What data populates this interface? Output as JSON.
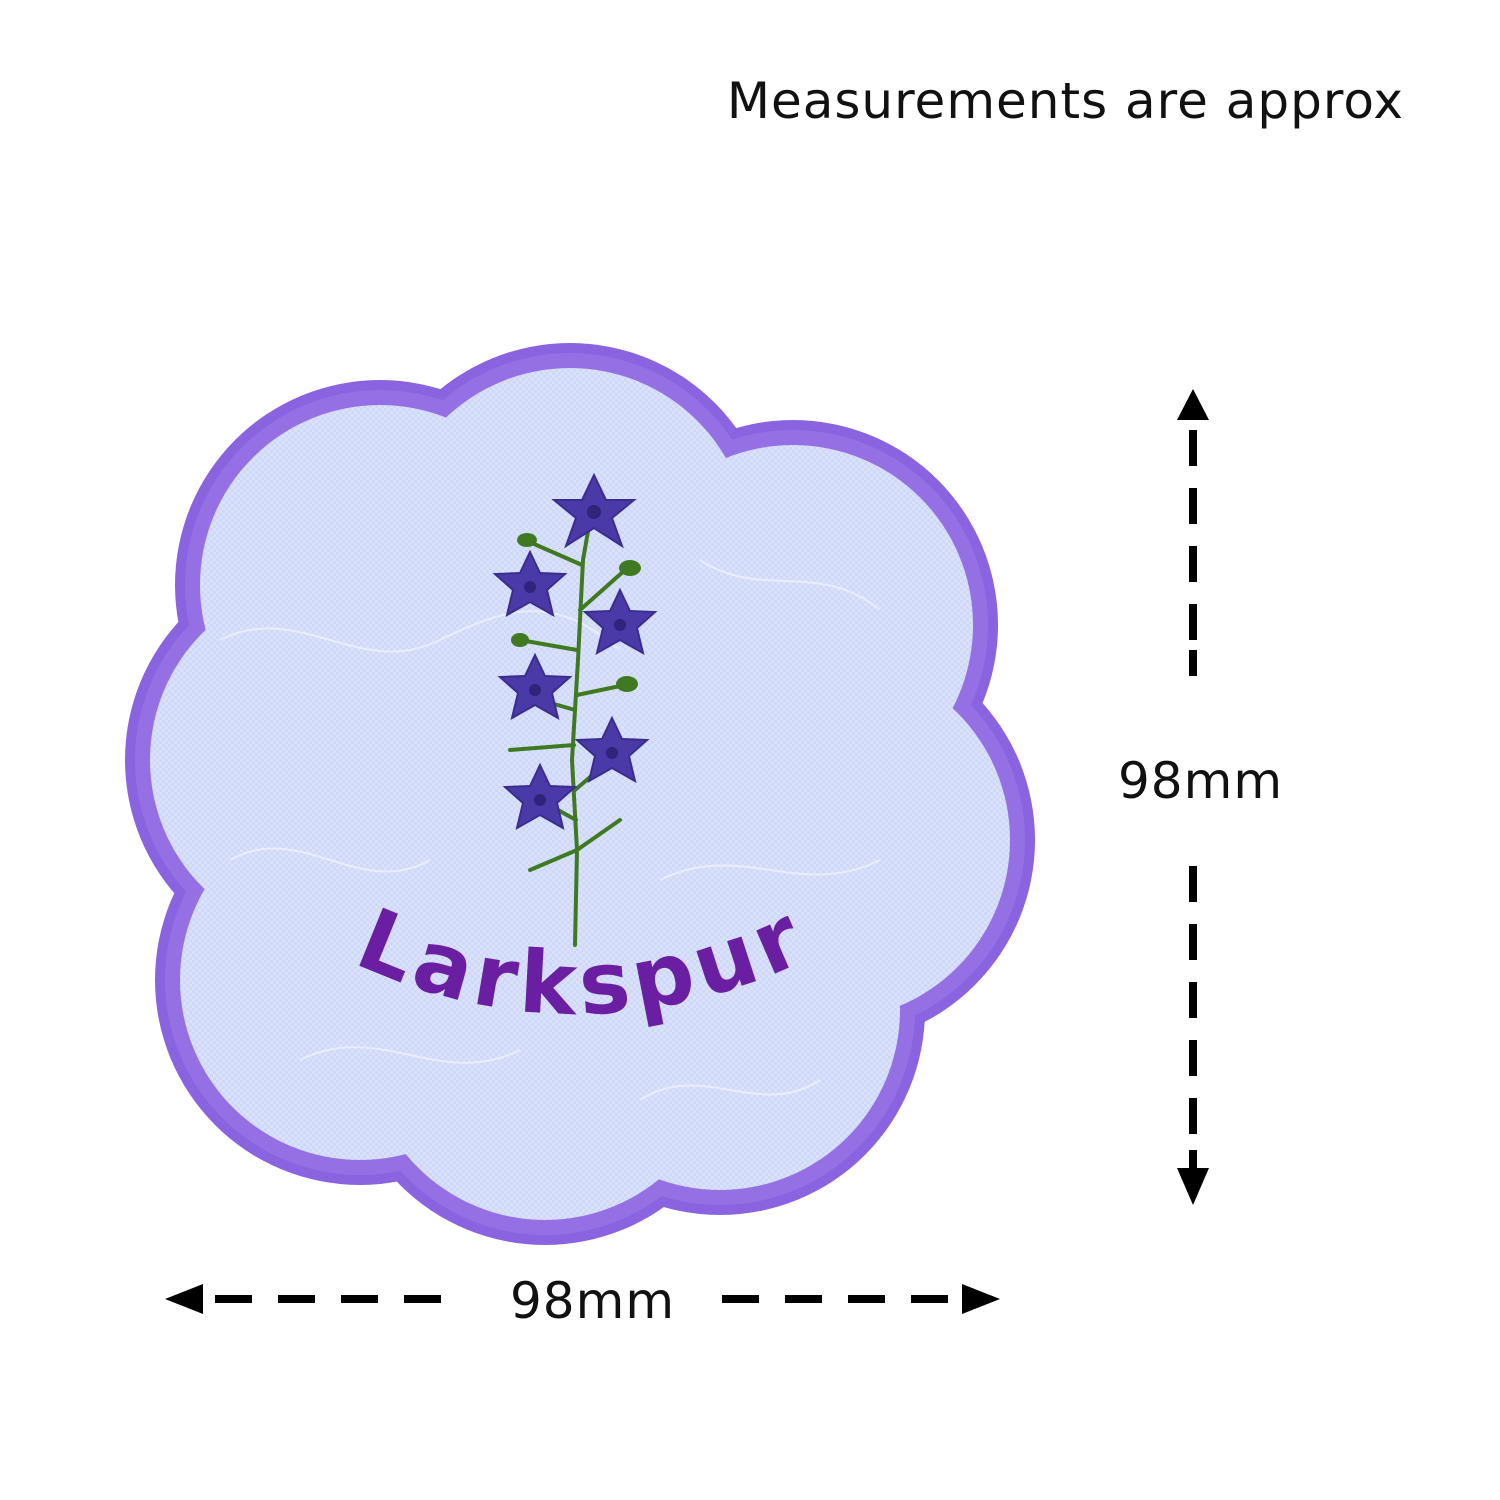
{
  "note": "Measurements are approx",
  "patch": {
    "label": "Larkspur",
    "colors": {
      "border": "#8a63e0",
      "fabric": "#d9e1fb",
      "flower": "#4a3aa8",
      "stem": "#3f7a22",
      "text": "#6a1fa3"
    }
  },
  "dimensions": {
    "width_label": "98mm",
    "height_label": "98mm",
    "width_mm": 98,
    "height_mm": 98
  }
}
